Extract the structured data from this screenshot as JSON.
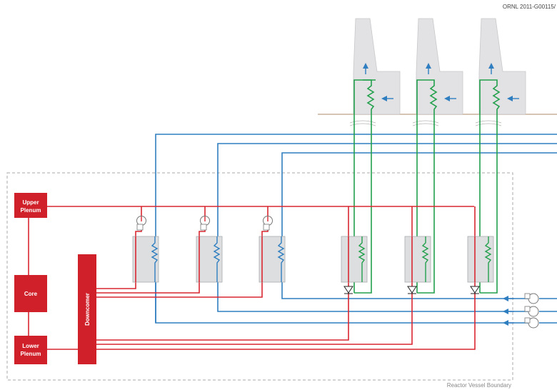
{
  "figure_id": "ORNL 2011-G00115/",
  "boundary_label": "Reactor Vessel Boundary",
  "blocks": {
    "upper_plenum": [
      "Upper",
      "Plenum"
    ],
    "core": "Core",
    "lower_plenum": [
      "Lower",
      "Plenum"
    ],
    "downcomer": "Downcomer"
  },
  "colors": {
    "primary_red": "#d92630",
    "block_red": "#d0202a",
    "intermediate_blue": "#2f7ec0",
    "air_green": "#22a04b",
    "hx_fill": "#dcdee0",
    "tower_fill": "#e2e2e4",
    "ground": "#c8b09a",
    "boundary_gray": "#a8a8a8"
  }
}
